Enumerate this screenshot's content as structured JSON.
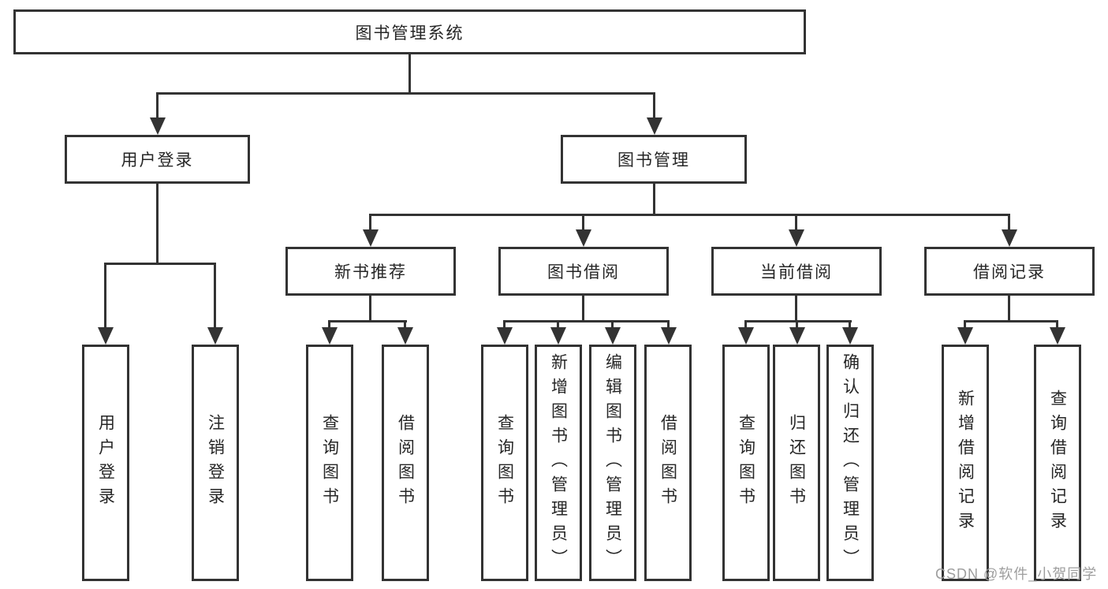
{
  "diagram": {
    "root": "图书管理系统",
    "level2": [
      {
        "label": "用户登录"
      },
      {
        "label": "图书管理"
      }
    ],
    "level3": [
      {
        "label": "新书推荐"
      },
      {
        "label": "图书借阅"
      },
      {
        "label": "当前借阅"
      },
      {
        "label": "借阅记录"
      }
    ],
    "leaves": [
      {
        "label": "用户登录"
      },
      {
        "label": "注销登录"
      },
      {
        "label": "查询图书"
      },
      {
        "label": "借阅图书"
      },
      {
        "label": "查询图书"
      },
      {
        "label": "新增图书（管理员）"
      },
      {
        "label": "编辑图书（管理员）"
      },
      {
        "label": "借阅图书"
      },
      {
        "label": "查询图书"
      },
      {
        "label": "归还图书"
      },
      {
        "label": "确认归还（管理员）"
      },
      {
        "label": "新增借阅记录"
      },
      {
        "label": "查询借阅记录"
      }
    ],
    "watermark": "CSDN @软件_小贺同学"
  },
  "colors": {
    "line": "#333333",
    "text": "#262626",
    "watermark": "#9e9e9e",
    "background": "#ffffff"
  }
}
